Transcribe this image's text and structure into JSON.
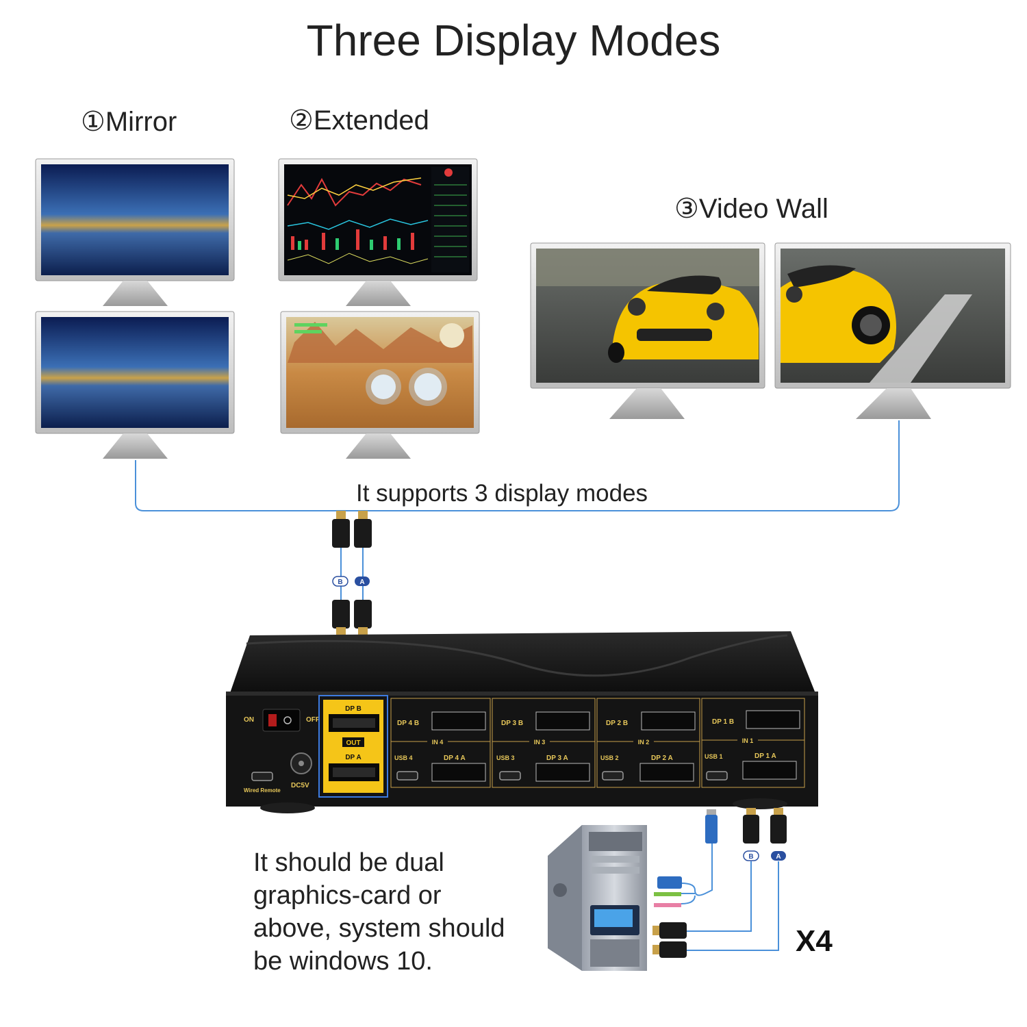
{
  "title": "Three Display Modes",
  "modes": [
    {
      "label": "①Mirror"
    },
    {
      "label": "②Extended"
    },
    {
      "label": "③Video Wall"
    }
  ],
  "support_caption": "It supports 3 display modes",
  "cable_labels": {
    "b": "B",
    "a": "A"
  },
  "kvm": {
    "power": {
      "on": "ON",
      "off": "OFF"
    },
    "wired_remote": "Wired Remote",
    "dc": "DC5V",
    "out": {
      "dp_b": "DP B",
      "out": "OUT",
      "dp_a": "DP A"
    },
    "inputs": [
      {
        "dp_b": "DP 4 B",
        "in": "IN 4",
        "usb": "USB 4",
        "dp_a": "DP 4 A"
      },
      {
        "dp_b": "DP 3 B",
        "in": "IN 3",
        "usb": "USB 3",
        "dp_a": "DP 3 A"
      },
      {
        "dp_b": "DP 2 B",
        "in": "IN 2",
        "usb": "USB 2",
        "dp_a": "DP 2 A"
      },
      {
        "dp_b": "DP 1 B",
        "in": "IN 1",
        "usb": "USB 1",
        "dp_a": "DP 1 A"
      }
    ]
  },
  "requirement_note": [
    "It should be dual",
    "graphics-card or",
    "above, system should",
    "be windows 10."
  ],
  "multiplier": "X4",
  "colors": {
    "cable": "#4a90d9",
    "accent_yellow": "#f5c518",
    "device": "#111111",
    "port_gold": "#c8a14a"
  }
}
